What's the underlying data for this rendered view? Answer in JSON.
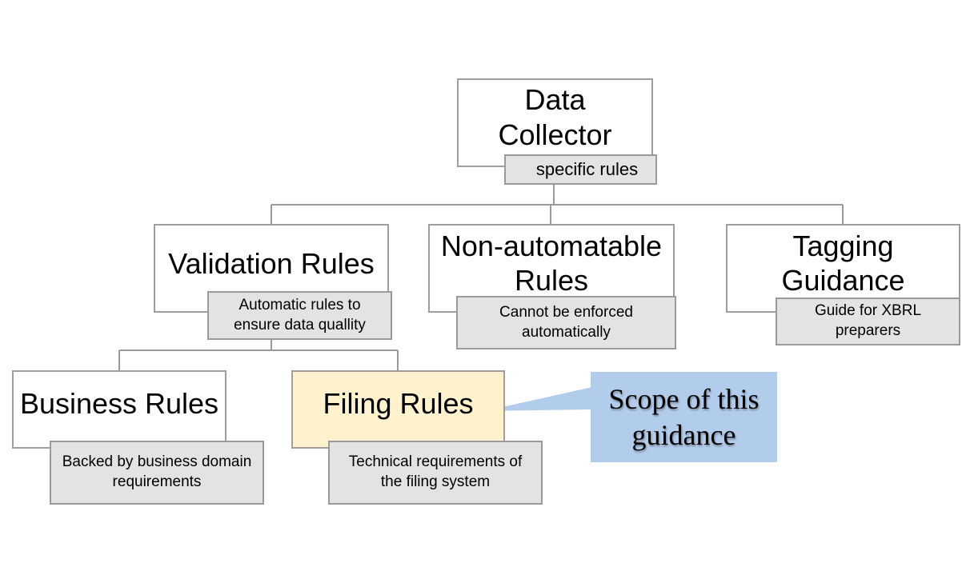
{
  "diagram": {
    "data_collector": {
      "title": "Data\nCollector",
      "note": "specific rules"
    },
    "validation_rules": {
      "title": "Validation Rules",
      "note": "Automatic rules to\nensure data quallity"
    },
    "non_automatable_rules": {
      "title": "Non-automatable\nRules",
      "note": "Cannot be enforced\nautomatically"
    },
    "tagging_guidance": {
      "title": "Tagging\nGuidance",
      "note": "Guide for XBRL\npreparers"
    },
    "business_rules": {
      "title": "Business Rules",
      "note": "Backed by business domain\nrequirements"
    },
    "filing_rules": {
      "title": "Filing Rules",
      "note": "Technical requirements of\nthe filing system"
    },
    "callout": {
      "text": "Scope of this\nguidance"
    }
  },
  "colors": {
    "node_border": "#9e9e9e",
    "note_fill": "#e3e3e3",
    "highlight_fill": "#fff2cc",
    "callout_fill": "#b2cdeb"
  }
}
